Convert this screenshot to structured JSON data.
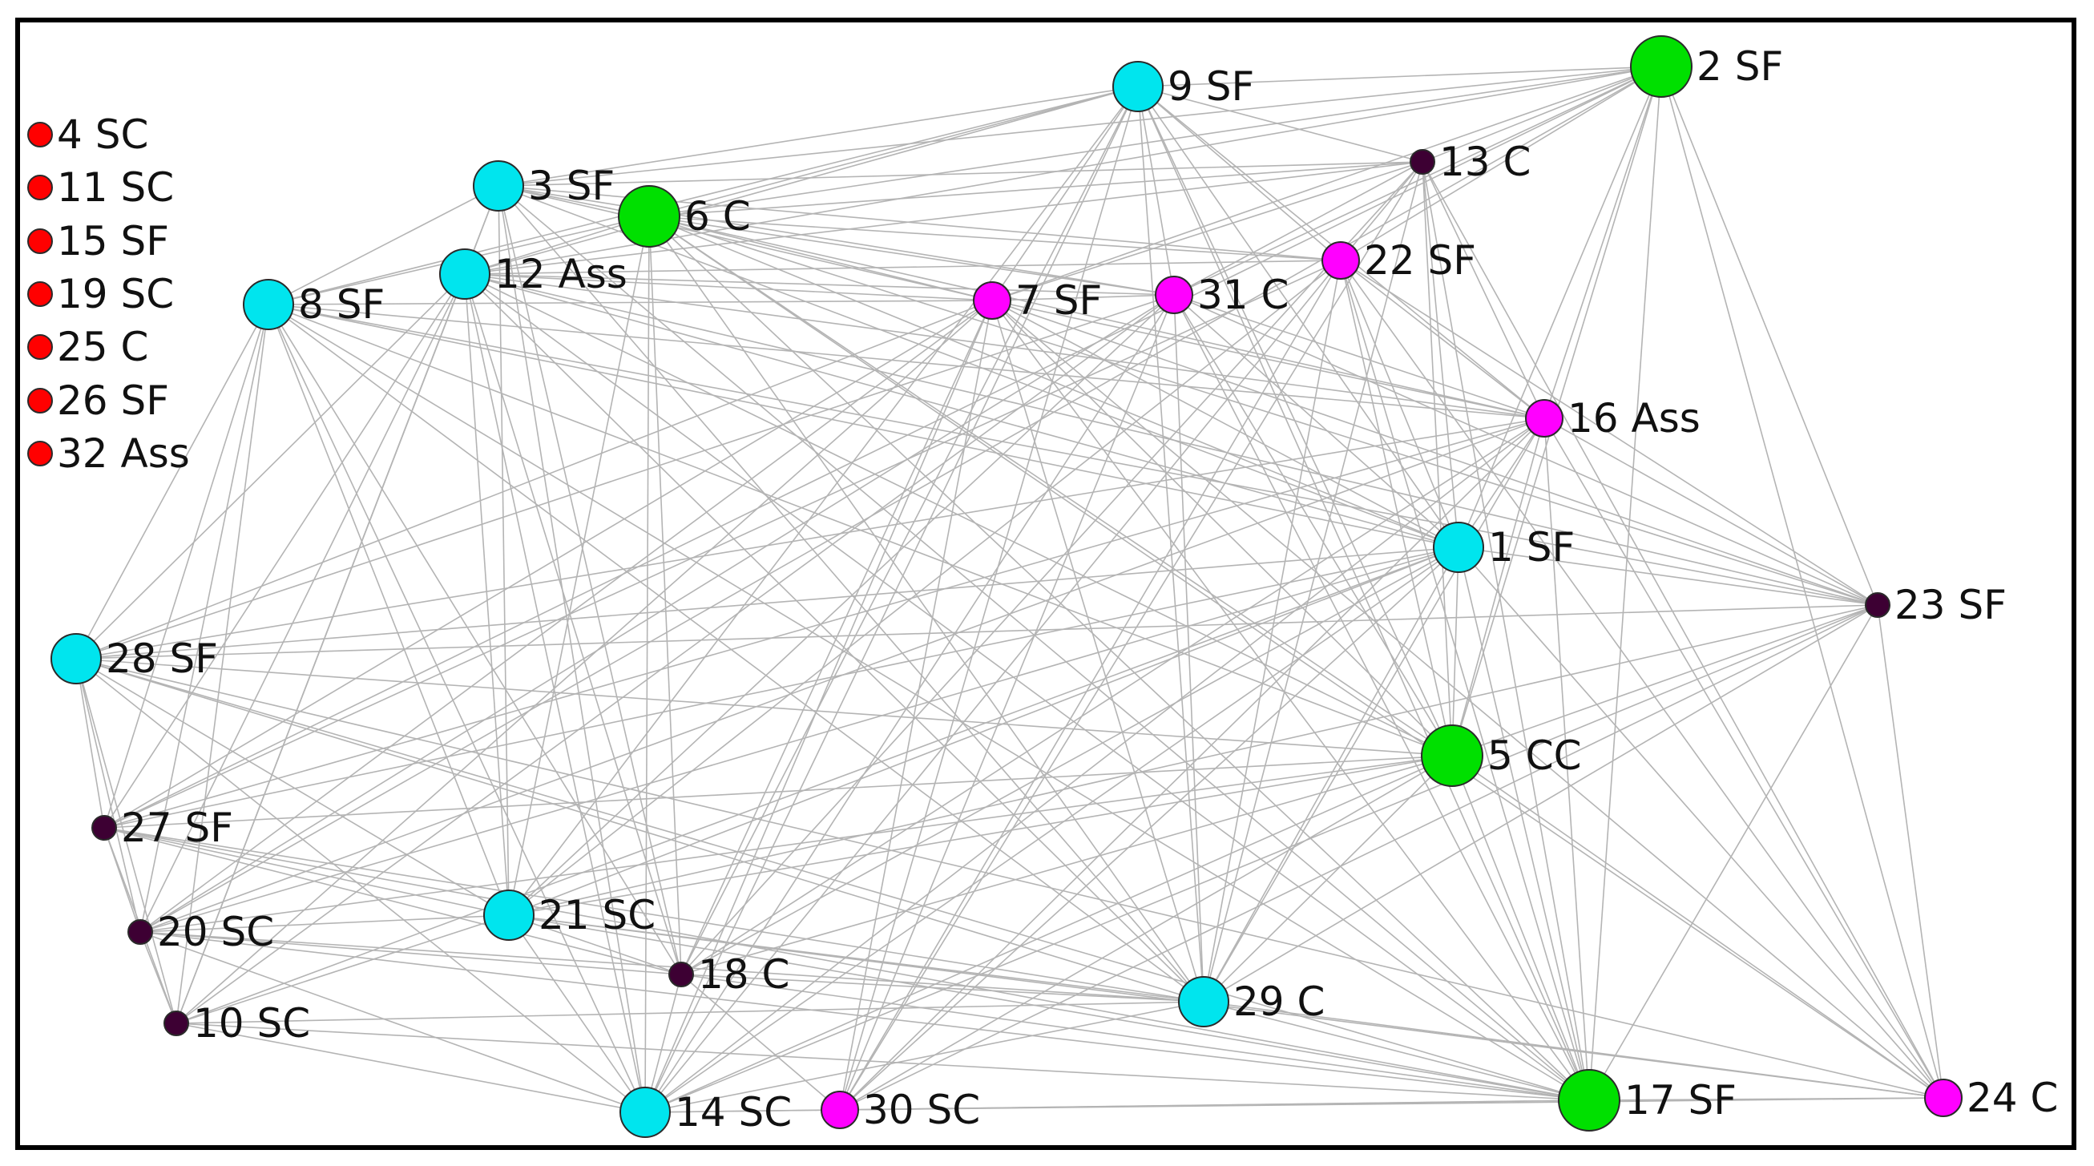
{
  "diagram": {
    "colors": {
      "edge": "#b4b4b4",
      "isolated": "#ff0000",
      "cyan": "#00e5ee",
      "green": "#00e000",
      "magenta": "#ff00ff",
      "dark": "#3d0033"
    },
    "nodes": [
      {
        "id": "1",
        "label": "1 SF",
        "group": "cyan",
        "size": "medium"
      },
      {
        "id": "2",
        "label": "2 SF",
        "group": "green",
        "size": "large"
      },
      {
        "id": "3",
        "label": "3 SF",
        "group": "cyan",
        "size": "medium"
      },
      {
        "id": "4",
        "label": "4 SC",
        "group": "isolated",
        "size": "tiny"
      },
      {
        "id": "5",
        "label": "5 CC",
        "group": "green",
        "size": "large"
      },
      {
        "id": "6",
        "label": "6 C",
        "group": "green",
        "size": "large"
      },
      {
        "id": "7",
        "label": "7 SF",
        "group": "magenta",
        "size": "small"
      },
      {
        "id": "8",
        "label": "8 SF",
        "group": "cyan",
        "size": "medium"
      },
      {
        "id": "9",
        "label": "9 SF",
        "group": "cyan",
        "size": "medium"
      },
      {
        "id": "10",
        "label": "10 SC",
        "group": "dark",
        "size": "tiny"
      },
      {
        "id": "11",
        "label": "11 SC",
        "group": "isolated",
        "size": "tiny"
      },
      {
        "id": "12",
        "label": "12 Ass",
        "group": "cyan",
        "size": "medium"
      },
      {
        "id": "13",
        "label": "13 C",
        "group": "dark",
        "size": "tiny"
      },
      {
        "id": "14",
        "label": "14 SC",
        "group": "cyan",
        "size": "medium"
      },
      {
        "id": "15",
        "label": "15 SF",
        "group": "isolated",
        "size": "tiny"
      },
      {
        "id": "16",
        "label": "16 Ass",
        "group": "magenta",
        "size": "small"
      },
      {
        "id": "17",
        "label": "17 SF",
        "group": "green",
        "size": "large"
      },
      {
        "id": "18",
        "label": "18 C",
        "group": "dark",
        "size": "tiny"
      },
      {
        "id": "19",
        "label": "19 SC",
        "group": "isolated",
        "size": "tiny"
      },
      {
        "id": "20",
        "label": "20 SC",
        "group": "dark",
        "size": "tiny"
      },
      {
        "id": "21",
        "label": "21 SC",
        "group": "cyan",
        "size": "medium"
      },
      {
        "id": "22",
        "label": "22 SF",
        "group": "magenta",
        "size": "small"
      },
      {
        "id": "23",
        "label": "23 SF",
        "group": "dark",
        "size": "tiny"
      },
      {
        "id": "24",
        "label": "24 C",
        "group": "magenta",
        "size": "small"
      },
      {
        "id": "25",
        "label": "25 C",
        "group": "isolated",
        "size": "tiny"
      },
      {
        "id": "26",
        "label": "26 SF",
        "group": "isolated",
        "size": "tiny"
      },
      {
        "id": "27",
        "label": "27 SF",
        "group": "dark",
        "size": "tiny"
      },
      {
        "id": "28",
        "label": "28 SF",
        "group": "cyan",
        "size": "medium"
      },
      {
        "id": "29",
        "label": "29 C",
        "group": "cyan",
        "size": "medium"
      },
      {
        "id": "30",
        "label": "30 SC",
        "group": "magenta",
        "size": "small"
      },
      {
        "id": "31",
        "label": "31 C",
        "group": "magenta",
        "size": "small"
      },
      {
        "id": "32",
        "label": "32 Ass",
        "group": "isolated",
        "size": "tiny"
      }
    ],
    "edges": [
      [
        "2",
        "9"
      ],
      [
        "2",
        "13"
      ],
      [
        "2",
        "3"
      ],
      [
        "2",
        "6"
      ],
      [
        "2",
        "12"
      ],
      [
        "2",
        "7"
      ],
      [
        "2",
        "31"
      ],
      [
        "2",
        "22"
      ],
      [
        "2",
        "16"
      ],
      [
        "2",
        "1"
      ],
      [
        "2",
        "5"
      ],
      [
        "2",
        "17"
      ],
      [
        "2",
        "24"
      ],
      [
        "2",
        "23"
      ],
      [
        "2",
        "27"
      ],
      [
        "2",
        "20"
      ],
      [
        "9",
        "3"
      ],
      [
        "9",
        "6"
      ],
      [
        "9",
        "12"
      ],
      [
        "9",
        "8"
      ],
      [
        "9",
        "7"
      ],
      [
        "9",
        "31"
      ],
      [
        "9",
        "22"
      ],
      [
        "9",
        "13"
      ],
      [
        "9",
        "1"
      ],
      [
        "9",
        "5"
      ],
      [
        "9",
        "29"
      ],
      [
        "9",
        "30"
      ],
      [
        "9",
        "14"
      ],
      [
        "9",
        "18"
      ],
      [
        "9",
        "17"
      ],
      [
        "9",
        "16"
      ],
      [
        "9",
        "21"
      ],
      [
        "13",
        "3"
      ],
      [
        "13",
        "6"
      ],
      [
        "13",
        "12"
      ],
      [
        "13",
        "7"
      ],
      [
        "13",
        "31"
      ],
      [
        "13",
        "22"
      ],
      [
        "13",
        "1"
      ],
      [
        "13",
        "5"
      ],
      [
        "13",
        "29"
      ],
      [
        "13",
        "17"
      ],
      [
        "13",
        "30"
      ],
      [
        "13",
        "18"
      ],
      [
        "13",
        "16"
      ],
      [
        "13",
        "24"
      ],
      [
        "6",
        "7"
      ],
      [
        "6",
        "31"
      ],
      [
        "6",
        "22"
      ],
      [
        "6",
        "16"
      ],
      [
        "6",
        "1"
      ],
      [
        "6",
        "5"
      ],
      [
        "6",
        "23"
      ],
      [
        "6",
        "17"
      ],
      [
        "6",
        "29"
      ],
      [
        "6",
        "18"
      ],
      [
        "6",
        "14"
      ],
      [
        "6",
        "21"
      ],
      [
        "6",
        "3"
      ],
      [
        "6",
        "12"
      ],
      [
        "6",
        "8"
      ],
      [
        "6",
        "24"
      ],
      [
        "3",
        "7"
      ],
      [
        "3",
        "31"
      ],
      [
        "3",
        "22"
      ],
      [
        "3",
        "12"
      ],
      [
        "3",
        "8"
      ],
      [
        "3",
        "1"
      ],
      [
        "3",
        "21"
      ],
      [
        "3",
        "14"
      ],
      [
        "3",
        "18"
      ],
      [
        "3",
        "29"
      ],
      [
        "3",
        "17"
      ],
      [
        "3",
        "10"
      ],
      [
        "12",
        "7"
      ],
      [
        "12",
        "31"
      ],
      [
        "12",
        "22"
      ],
      [
        "12",
        "16"
      ],
      [
        "12",
        "1"
      ],
      [
        "12",
        "5"
      ],
      [
        "12",
        "21"
      ],
      [
        "12",
        "14"
      ],
      [
        "12",
        "18"
      ],
      [
        "12",
        "27"
      ],
      [
        "12",
        "20"
      ],
      [
        "12",
        "10"
      ],
      [
        "12",
        "28"
      ],
      [
        "12",
        "17"
      ],
      [
        "12",
        "29"
      ],
      [
        "12",
        "23"
      ],
      [
        "8",
        "7"
      ],
      [
        "8",
        "1"
      ],
      [
        "8",
        "16"
      ],
      [
        "8",
        "23"
      ],
      [
        "8",
        "21"
      ],
      [
        "8",
        "14"
      ],
      [
        "8",
        "18"
      ],
      [
        "8",
        "27"
      ],
      [
        "8",
        "20"
      ],
      [
        "8",
        "10"
      ],
      [
        "8",
        "28"
      ],
      [
        "8",
        "29"
      ],
      [
        "8",
        "17"
      ],
      [
        "8",
        "5"
      ],
      [
        "7",
        "31"
      ],
      [
        "7",
        "16"
      ],
      [
        "7",
        "1"
      ],
      [
        "7",
        "5"
      ],
      [
        "7",
        "28"
      ],
      [
        "7",
        "27"
      ],
      [
        "7",
        "20"
      ],
      [
        "7",
        "10"
      ],
      [
        "7",
        "14"
      ],
      [
        "7",
        "30"
      ],
      [
        "7",
        "18"
      ],
      [
        "7",
        "29"
      ],
      [
        "7",
        "17"
      ],
      [
        "7",
        "24"
      ],
      [
        "7",
        "23"
      ],
      [
        "31",
        "16"
      ],
      [
        "31",
        "1"
      ],
      [
        "31",
        "5"
      ],
      [
        "31",
        "28"
      ],
      [
        "31",
        "20"
      ],
      [
        "31",
        "14"
      ],
      [
        "31",
        "30"
      ],
      [
        "31",
        "29"
      ],
      [
        "31",
        "17"
      ],
      [
        "31",
        "23"
      ],
      [
        "31",
        "21"
      ],
      [
        "31",
        "10"
      ],
      [
        "22",
        "16"
      ],
      [
        "22",
        "1"
      ],
      [
        "22",
        "5"
      ],
      [
        "22",
        "17"
      ],
      [
        "22",
        "29"
      ],
      [
        "22",
        "30"
      ],
      [
        "22",
        "14"
      ],
      [
        "22",
        "21"
      ],
      [
        "22",
        "27"
      ],
      [
        "22",
        "24"
      ],
      [
        "22",
        "23"
      ],
      [
        "16",
        "1"
      ],
      [
        "16",
        "5"
      ],
      [
        "16",
        "28"
      ],
      [
        "16",
        "27"
      ],
      [
        "16",
        "20"
      ],
      [
        "16",
        "14"
      ],
      [
        "16",
        "18"
      ],
      [
        "16",
        "29"
      ],
      [
        "16",
        "17"
      ],
      [
        "16",
        "23"
      ],
      [
        "16",
        "24"
      ],
      [
        "16",
        "30"
      ],
      [
        "1",
        "5"
      ],
      [
        "1",
        "23"
      ],
      [
        "1",
        "28"
      ],
      [
        "1",
        "27"
      ],
      [
        "1",
        "20"
      ],
      [
        "1",
        "10"
      ],
      [
        "1",
        "21"
      ],
      [
        "1",
        "14"
      ],
      [
        "1",
        "30"
      ],
      [
        "1",
        "18"
      ],
      [
        "1",
        "29"
      ],
      [
        "1",
        "17"
      ],
      [
        "1",
        "24"
      ],
      [
        "23",
        "28"
      ],
      [
        "23",
        "5"
      ],
      [
        "23",
        "17"
      ],
      [
        "23",
        "24"
      ],
      [
        "23",
        "29"
      ],
      [
        "23",
        "21"
      ],
      [
        "23",
        "14"
      ],
      [
        "23",
        "30"
      ],
      [
        "28",
        "27"
      ],
      [
        "28",
        "20"
      ],
      [
        "28",
        "10"
      ],
      [
        "28",
        "21"
      ],
      [
        "28",
        "14"
      ],
      [
        "28",
        "29"
      ],
      [
        "28",
        "17"
      ],
      [
        "28",
        "5"
      ],
      [
        "28",
        "24"
      ],
      [
        "5",
        "27"
      ],
      [
        "5",
        "20"
      ],
      [
        "5",
        "21"
      ],
      [
        "5",
        "18"
      ],
      [
        "5",
        "29"
      ],
      [
        "5",
        "14"
      ],
      [
        "5",
        "30"
      ],
      [
        "5",
        "17"
      ],
      [
        "5",
        "24"
      ],
      [
        "27",
        "20"
      ],
      [
        "27",
        "10"
      ],
      [
        "27",
        "21"
      ],
      [
        "27",
        "18"
      ],
      [
        "27",
        "29"
      ],
      [
        "27",
        "17"
      ],
      [
        "20",
        "10"
      ],
      [
        "20",
        "21"
      ],
      [
        "20",
        "18"
      ],
      [
        "20",
        "29"
      ],
      [
        "20",
        "17"
      ],
      [
        "20",
        "14"
      ],
      [
        "10",
        "21"
      ],
      [
        "10",
        "14"
      ],
      [
        "10",
        "29"
      ],
      [
        "10",
        "17"
      ],
      [
        "21",
        "18"
      ],
      [
        "21",
        "29"
      ],
      [
        "21",
        "14"
      ],
      [
        "21",
        "17"
      ],
      [
        "21",
        "24"
      ],
      [
        "18",
        "29"
      ],
      [
        "18",
        "14"
      ],
      [
        "18",
        "30"
      ],
      [
        "18",
        "17"
      ],
      [
        "29",
        "17"
      ],
      [
        "29",
        "14"
      ],
      [
        "29",
        "24"
      ],
      [
        "14",
        "30"
      ],
      [
        "30",
        "17"
      ],
      [
        "17",
        "24"
      ],
      [
        "14",
        "17"
      ],
      [
        "30",
        "24"
      ]
    ]
  }
}
